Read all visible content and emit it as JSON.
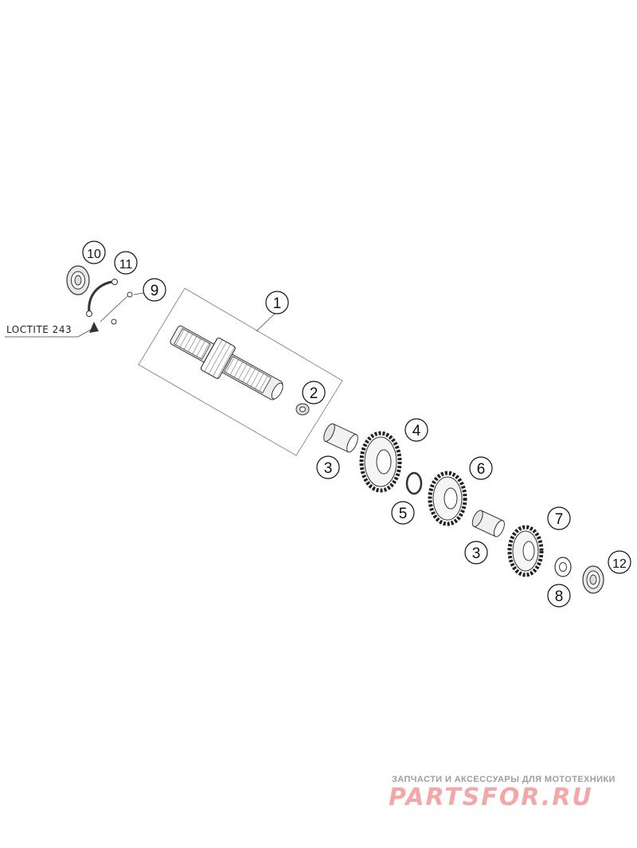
{
  "label": "LOCTITE 243",
  "callouts": [
    {
      "id": "callout-1",
      "text": "1"
    },
    {
      "id": "callout-2",
      "text": "2"
    },
    {
      "id": "callout-3a",
      "text": "3"
    },
    {
      "id": "callout-3b",
      "text": "3"
    },
    {
      "id": "callout-4",
      "text": "4"
    },
    {
      "id": "callout-5",
      "text": "5"
    },
    {
      "id": "callout-6",
      "text": "6"
    },
    {
      "id": "callout-7",
      "text": "7"
    },
    {
      "id": "callout-8",
      "text": "8"
    },
    {
      "id": "callout-9",
      "text": "9"
    },
    {
      "id": "callout-10",
      "text": "10"
    },
    {
      "id": "callout-11",
      "text": "11"
    },
    {
      "id": "callout-12",
      "text": "12"
    }
  ],
  "watermark": {
    "tagline": "ЗАПЧАСТИ И АКСЕССУАРЫ ДЛЯ МОТОТЕХНИКИ",
    "brand": "PARTSFOR.RU"
  }
}
